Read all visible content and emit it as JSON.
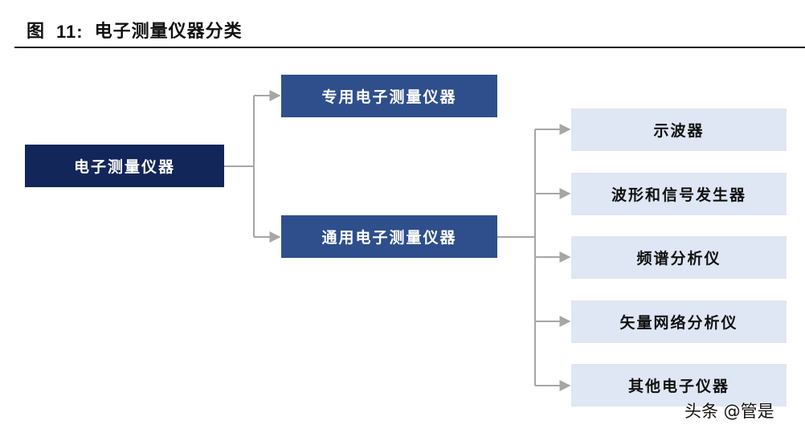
{
  "figure": {
    "label": "图",
    "number": "11:",
    "title": "电子测量仪器分类"
  },
  "diagram": {
    "root": "电子测量仪器",
    "branches": [
      {
        "label": "专用电子测量仪器",
        "children": []
      },
      {
        "label": "通用电子测量仪器",
        "children": [
          "示波器",
          "波形和信号发生器",
          "频谱分析仪",
          "矢量网络分析仪",
          "其他电子仪器"
        ]
      }
    ]
  },
  "watermark": "头条 @管是",
  "colors": {
    "root_fill": "#13265a",
    "branch_fill": "#2e4f8c",
    "leaf_fill": "#dfe6f4",
    "connector": "#a6a6a6"
  }
}
